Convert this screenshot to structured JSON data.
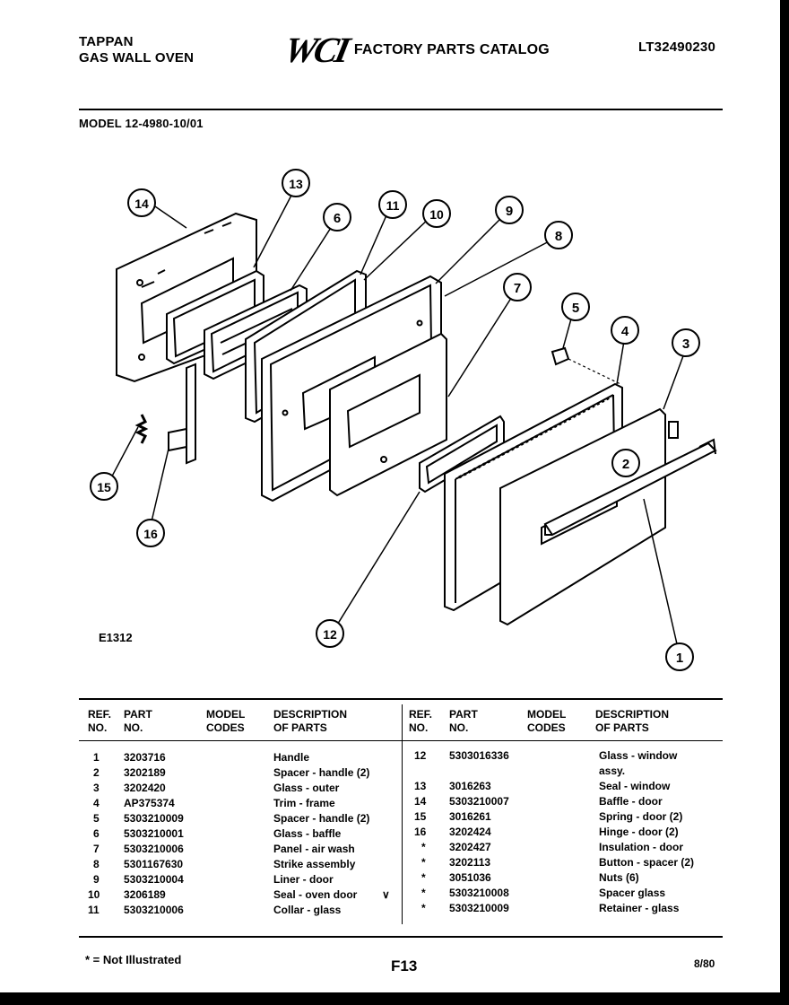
{
  "header": {
    "brand_line1": "TAPPAN",
    "brand_line2": "GAS WALL OVEN",
    "logo_text": "WCI",
    "catalog_title": "FACTORY PARTS CATALOG",
    "catalog_number": "LT32490230"
  },
  "model_line": "MODEL 12-4980-10/01",
  "figure_code": "E1312",
  "callouts": [
    "1",
    "2",
    "3",
    "4",
    "5",
    "6",
    "7",
    "8",
    "9",
    "10",
    "11",
    "12",
    "13",
    "14",
    "15",
    "16"
  ],
  "table": {
    "headers": {
      "ref_line1": "REF.",
      "ref_line2": "NO.",
      "part_line1": "PART",
      "part_line2": "NO.",
      "model_line1": "MODEL",
      "model_line2": "CODES",
      "desc_line1": "DESCRIPTION",
      "desc_line2": "OF PARTS"
    },
    "left_rows": [
      {
        "ref": "1",
        "part": "3203716",
        "desc": "Handle"
      },
      {
        "ref": "2",
        "part": "3202189",
        "desc": "Spacer - handle (2)"
      },
      {
        "ref": "3",
        "part": "3202420",
        "desc": "Glass - outer"
      },
      {
        "ref": "4",
        "part": "AP375374",
        "desc": "Trim - frame"
      },
      {
        "ref": "5",
        "part": "5303210009",
        "desc": "Spacer - handle (2)"
      },
      {
        "ref": "6",
        "part": "5303210001",
        "desc": "Glass - baffle"
      },
      {
        "ref": "7",
        "part": "5303210006",
        "desc": "Panel - air wash"
      },
      {
        "ref": "8",
        "part": "5301167630",
        "desc": "Strike assembly"
      },
      {
        "ref": "9",
        "part": "5303210004",
        "desc": "Liner - door"
      },
      {
        "ref": "10",
        "part": "3206189",
        "desc": "Seal - oven door",
        "mark": "∨"
      },
      {
        "ref": "11",
        "part": "5303210006",
        "desc": "Collar - glass"
      }
    ],
    "right_rows": [
      {
        "ref": "12",
        "part": "5303016336",
        "desc": "Glass - window"
      },
      {
        "ref": "",
        "part": "",
        "desc": "assy."
      },
      {
        "ref": "13",
        "part": "3016263",
        "desc": "Seal - window"
      },
      {
        "ref": "14",
        "part": "5303210007",
        "desc": "Baffle - door"
      },
      {
        "ref": "15",
        "part": "3016261",
        "desc": "Spring - door (2)"
      },
      {
        "ref": "16",
        "part": "3202424",
        "desc": "Hinge - door (2)"
      },
      {
        "ref": "*",
        "part": "3202427",
        "desc": "Insulation - door"
      },
      {
        "ref": "*",
        "part": "3202113",
        "desc": "Button - spacer (2)"
      },
      {
        "ref": "*",
        "part": "3051036",
        "desc": "Nuts (6)"
      },
      {
        "ref": "*",
        "part": "5303210008",
        "desc": "Spacer glass"
      },
      {
        "ref": "*",
        "part": "5303210009",
        "desc": "Retainer - glass"
      }
    ]
  },
  "footer": {
    "footnote": "* = Not Illustrated",
    "page": "F13",
    "date": "8/80"
  }
}
